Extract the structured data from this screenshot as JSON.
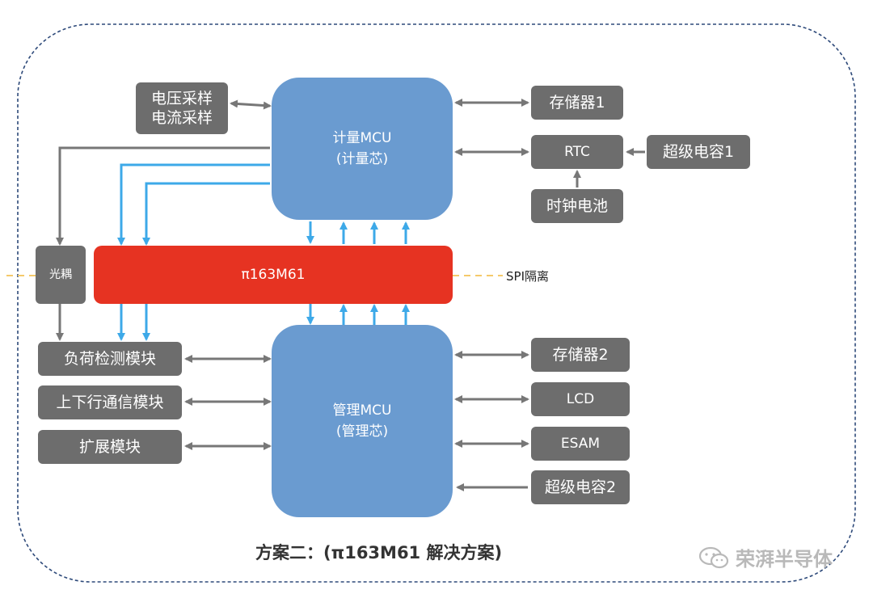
{
  "metering_mcu": {
    "line1": "计量MCU",
    "line2": "(计量芯)"
  },
  "management_mcu": {
    "line1": "管理MCU",
    "line2": "(管理芯)"
  },
  "isolator": {
    "label": "π163M61"
  },
  "optocoupler": {
    "label": "光耦"
  },
  "spi_label": "SPI隔离",
  "left_top": {
    "line1": "电压采样",
    "line2": "电流采样"
  },
  "right_top": {
    "storage1": "存储器1",
    "rtc": "RTC",
    "supercap1": "超级电容1",
    "clock_battery": "时钟电池"
  },
  "left_bottom": {
    "load_detect": "负荷检测模块",
    "comm": "上下行通信模块",
    "expansion": "扩展模块"
  },
  "right_bottom": {
    "storage2": "存储器2",
    "lcd": "LCD",
    "esam": "ESAM",
    "supercap2": "超级电容2"
  },
  "caption": "方案二：(π163M61 解决方案)",
  "watermark": "荣湃半导体",
  "colors": {
    "mcu": "#6a9bd0",
    "isolator": "#e63322",
    "module": "#6d6d6d",
    "blue_line": "#3da9e8",
    "gray_line": "#777777",
    "dashed_border": "#2e4a7a",
    "spi_dash": "#f5c96a"
  }
}
